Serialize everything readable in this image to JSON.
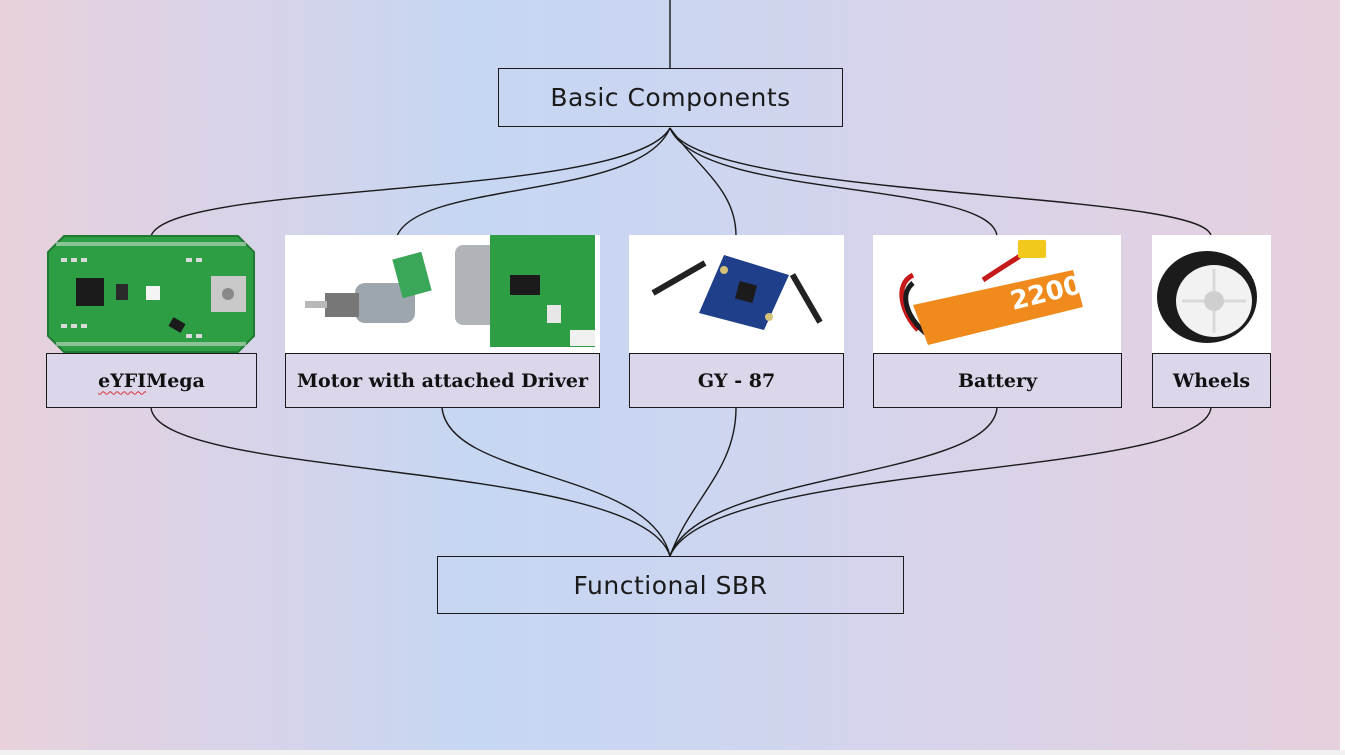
{
  "diagram": {
    "top_node": "Basic Components",
    "bottom_node": "Functional SBR",
    "components": [
      {
        "name_part1": "eYFI",
        "name_part2": " Mega",
        "image": "circuit-board"
      },
      {
        "name": "Motor with attached Driver",
        "image": "dc-motor-with-driver-board"
      },
      {
        "name": "GY - 87",
        "image": "imu-sensor-module"
      },
      {
        "name": "Battery",
        "image": "lipo-battery-2200"
      },
      {
        "name": "Wheels",
        "image": "rubber-wheel"
      }
    ],
    "battery_print": "2200"
  },
  "colors": {
    "line": "#1a1a1a",
    "pcb_green": "#2e9e44",
    "battery_orange": "#f08a1c"
  }
}
